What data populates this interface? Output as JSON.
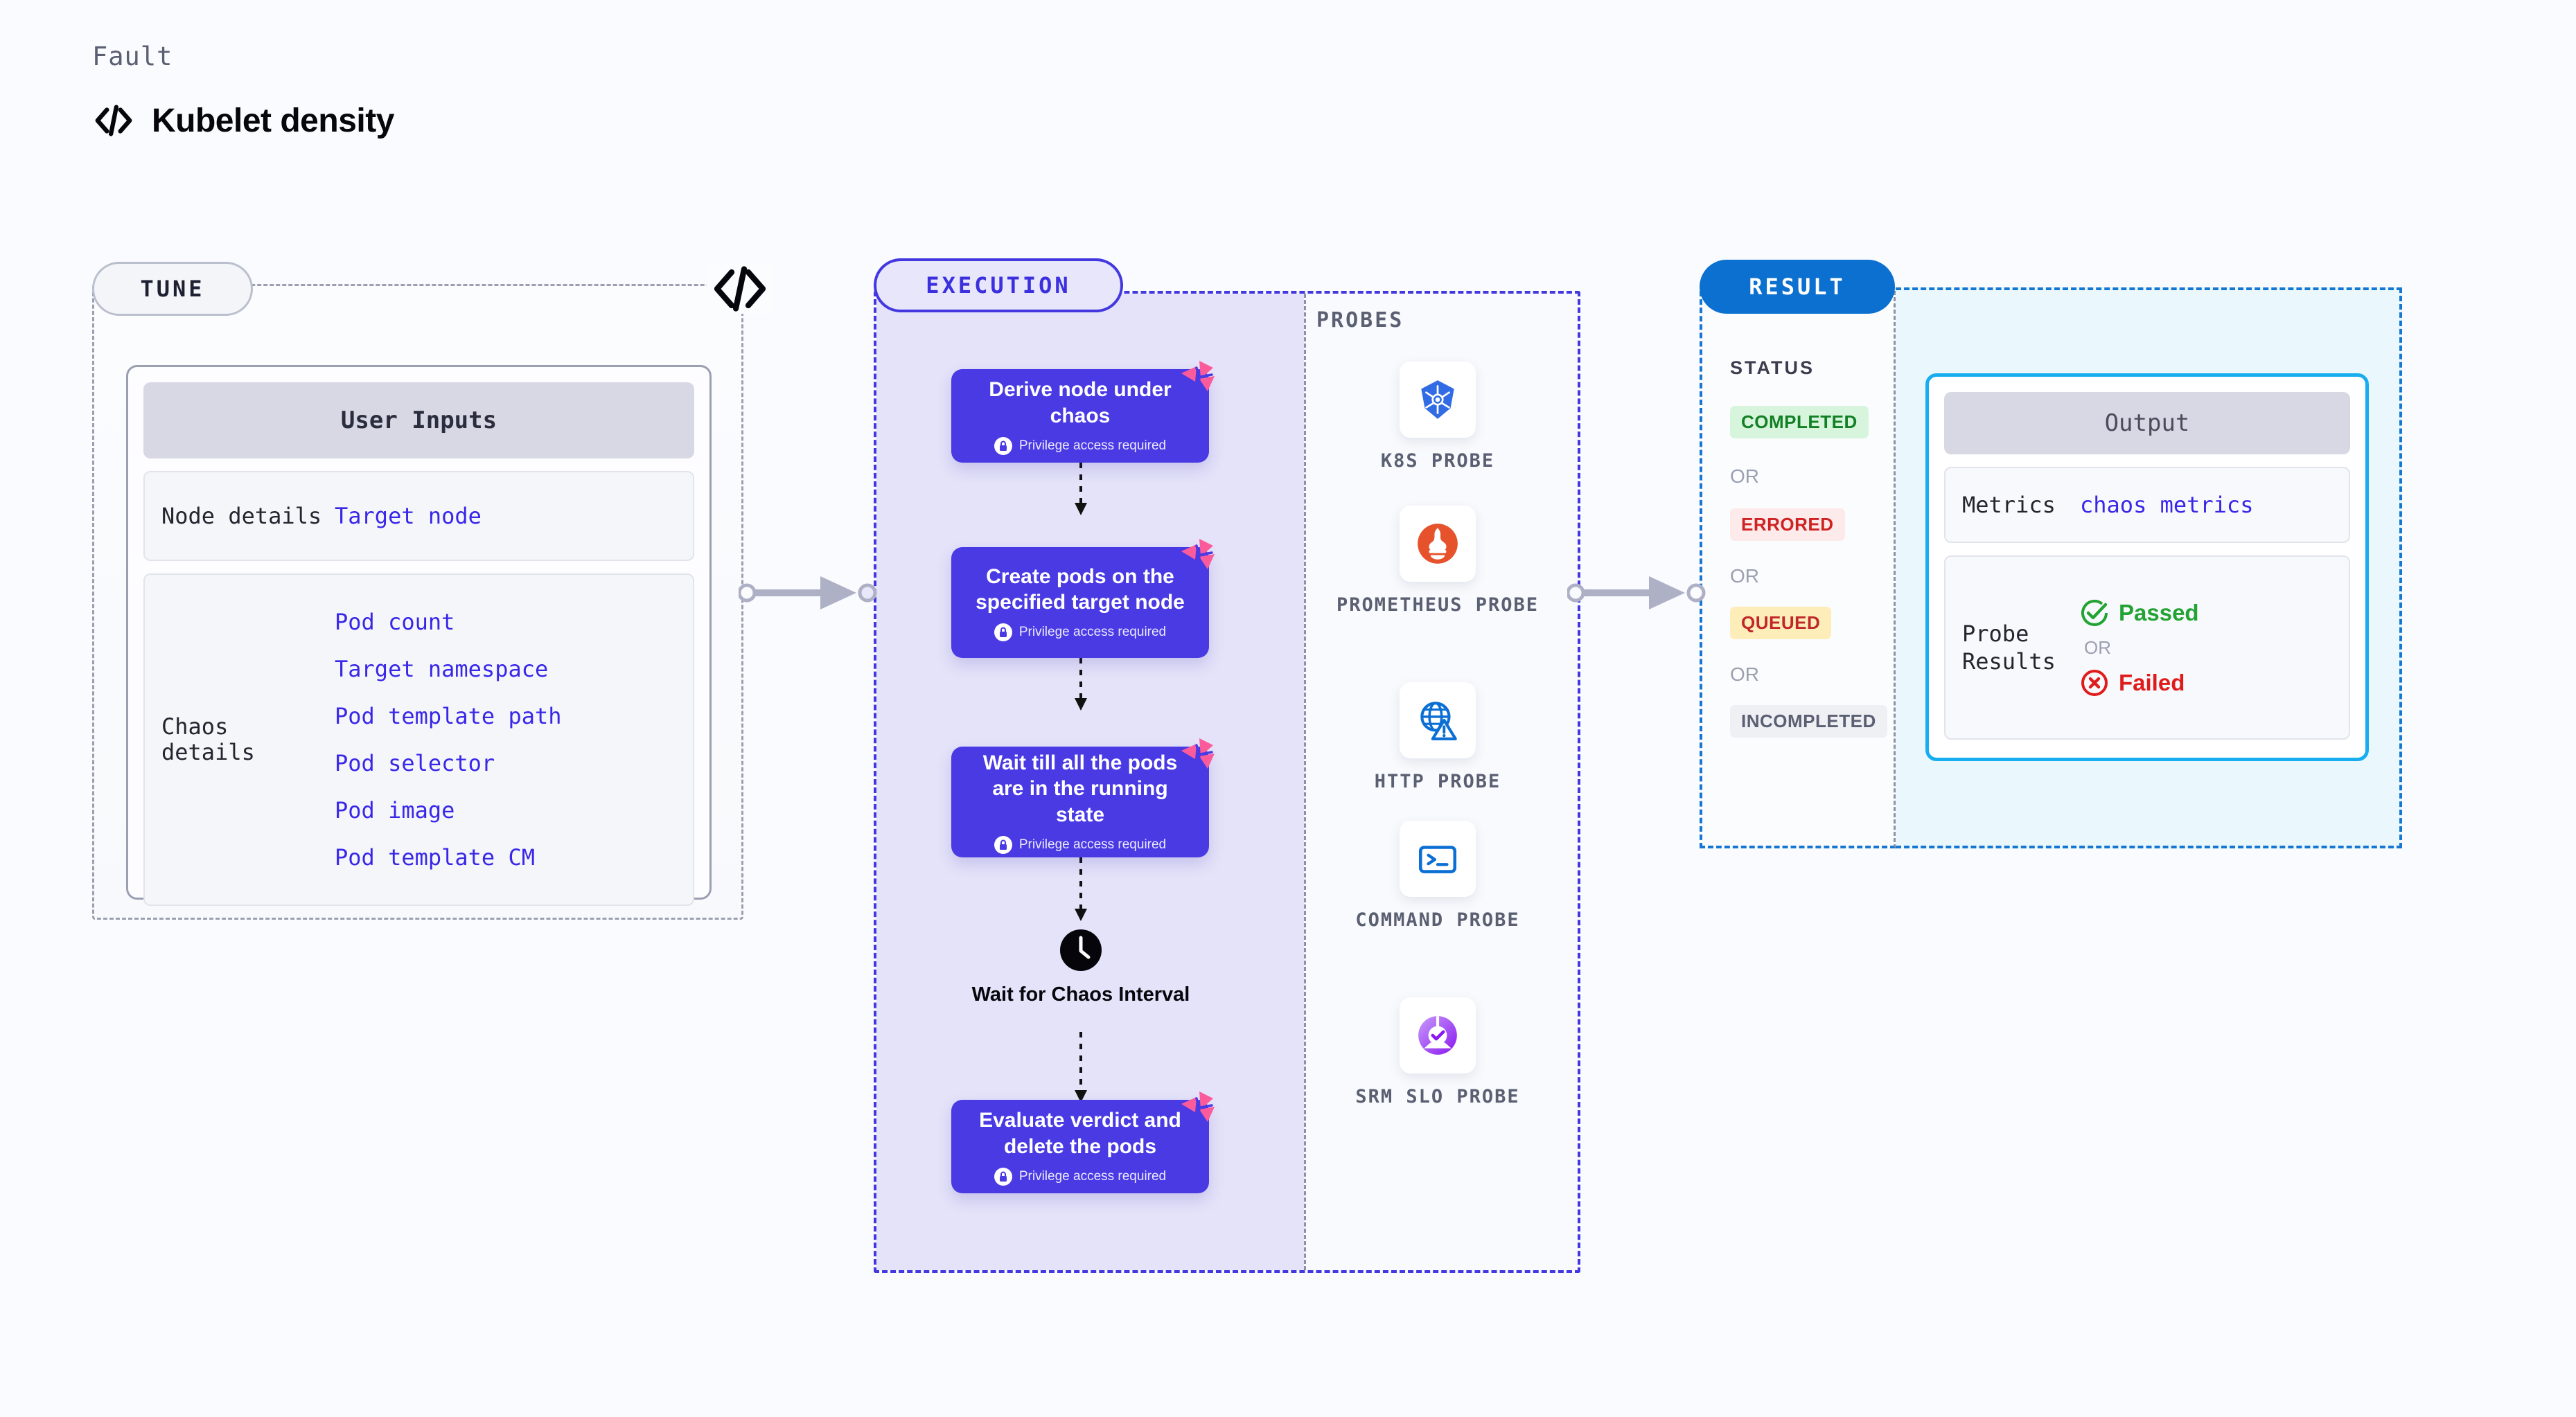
{
  "header": {
    "eyebrow": "Fault",
    "title": "Kubelet density",
    "icon": "code-icon"
  },
  "stages": {
    "tune": {
      "pill_label": "TUNE",
      "corner_icon": "code-icon"
    },
    "execution": {
      "pill_label": "EXECUTION",
      "probes_label": "PROBES"
    },
    "result": {
      "pill_label": "RESULT",
      "status_label": "STATUS"
    }
  },
  "tune": {
    "card_title": "User Inputs",
    "groups": [
      {
        "label": "Node details",
        "values": [
          "Target node"
        ]
      },
      {
        "label": "Chaos details",
        "values": [
          "Pod count",
          "Target namespace",
          "Pod template path",
          "Pod selector",
          "Pod image",
          "Pod template CM"
        ]
      }
    ]
  },
  "execution": {
    "privilege_note": "Privilege access required",
    "steps": [
      {
        "title": "Derive node under chaos",
        "privileged": true,
        "marker": "chaos-ribbon-icon"
      },
      {
        "title": "Create pods on the specified target node",
        "privileged": true,
        "marker": "chaos-ribbon-icon"
      },
      {
        "title": "Wait till all the pods are in the running state",
        "privileged": true,
        "marker": "chaos-ribbon-icon"
      },
      {
        "title": "Evaluate verdict and delete the pods",
        "privileged": true,
        "marker": "chaos-ribbon-icon"
      }
    ],
    "wait_node": {
      "label": "Wait for Chaos Interval",
      "icon": "clock-icon"
    },
    "probes": [
      {
        "name": "K8S PROBE",
        "icon": "kubernetes-icon"
      },
      {
        "name": "PROMETHEUS PROBE",
        "icon": "prometheus-icon"
      },
      {
        "name": "HTTP PROBE",
        "icon": "globe-warning-icon"
      },
      {
        "name": "COMMAND PROBE",
        "icon": "terminal-icon"
      },
      {
        "name": "SRM SLO PROBE",
        "icon": "srm-slo-icon"
      }
    ]
  },
  "result": {
    "statuses": [
      {
        "label": "COMPLETED",
        "bg": "#d7f5dc",
        "fg": "#128024"
      },
      {
        "label": "ERRORED",
        "bg": "#fdeaea",
        "fg": "#cf2222"
      },
      {
        "label": "QUEUED",
        "bg": "#fdeeb9",
        "fg": "#c0262a"
      },
      {
        "label": "INCOMPLETED",
        "bg": "#eef0f4",
        "fg": "#5b5f72"
      }
    ],
    "or_label": "OR",
    "output": {
      "card_title": "Output",
      "metrics_label": "Metrics",
      "metrics_value": "chaos metrics",
      "probe_results_label": "Probe Results",
      "passed_label": "Passed",
      "failed_label": "Failed",
      "or_label": "OR"
    }
  },
  "colors": {
    "page_bg": "#f9fbfe",
    "execution_accent": "#4338e0",
    "execution_bg": "#e4e3f9",
    "step_card": "#4a3ae4",
    "result_accent": "#1677d2",
    "result_pill": "#0b70cf",
    "output_border": "#18adef",
    "output_bg": "#eaf8fd",
    "tune_border": "#9aa0b0",
    "link_blue": "#3927e8",
    "ribbon_pink": "#fb5b9a"
  }
}
